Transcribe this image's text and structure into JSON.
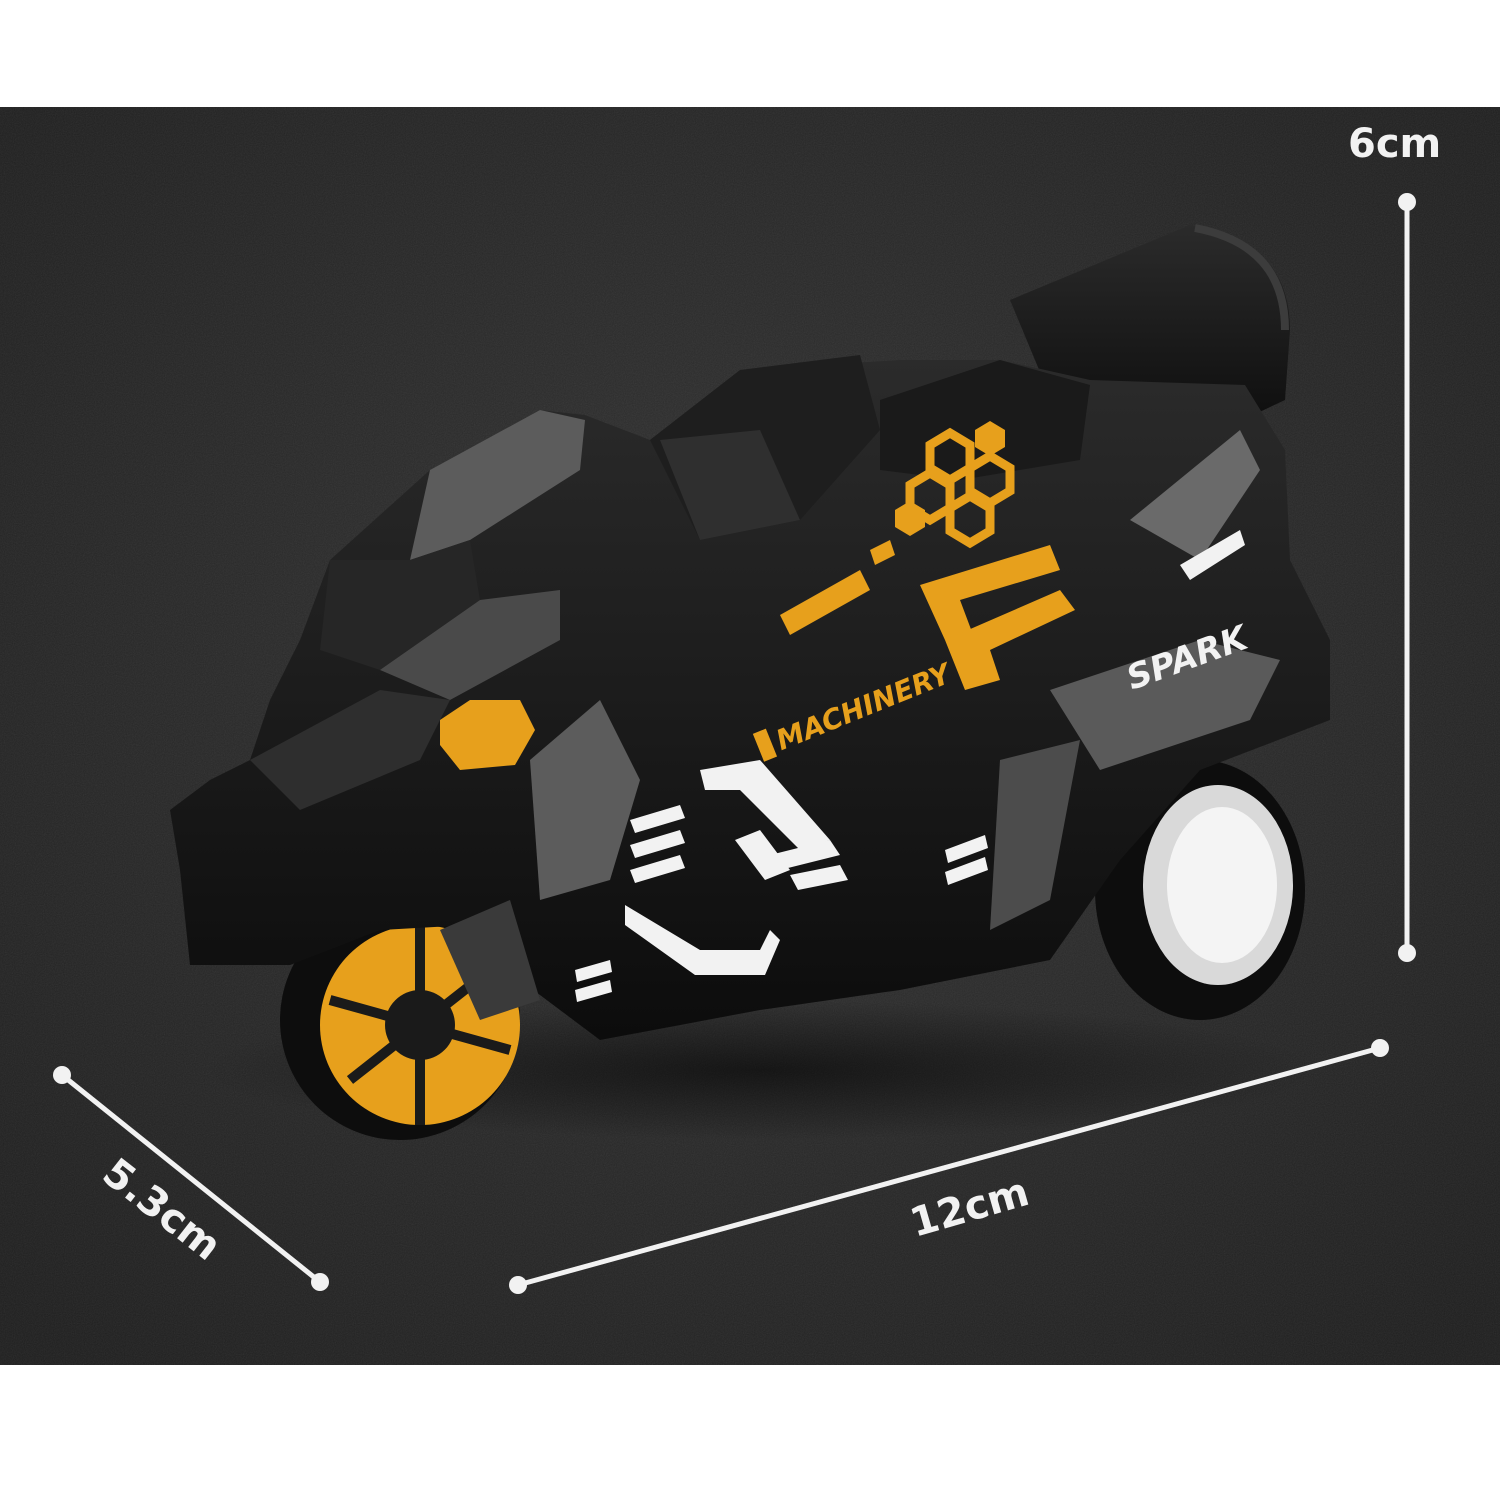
{
  "dimensions": {
    "height_label": "6cm",
    "depth_label": "5.3cm",
    "length_label": "12cm"
  },
  "decals": {
    "side_text": "MACHINERY",
    "rear_text": "SPARK"
  },
  "colors": {
    "background": "#2a2a2a",
    "body": "#141414",
    "panel_gray": "#5c5c5c",
    "accent": "#e7a01c",
    "dimension_line": "#f2f2f2"
  }
}
